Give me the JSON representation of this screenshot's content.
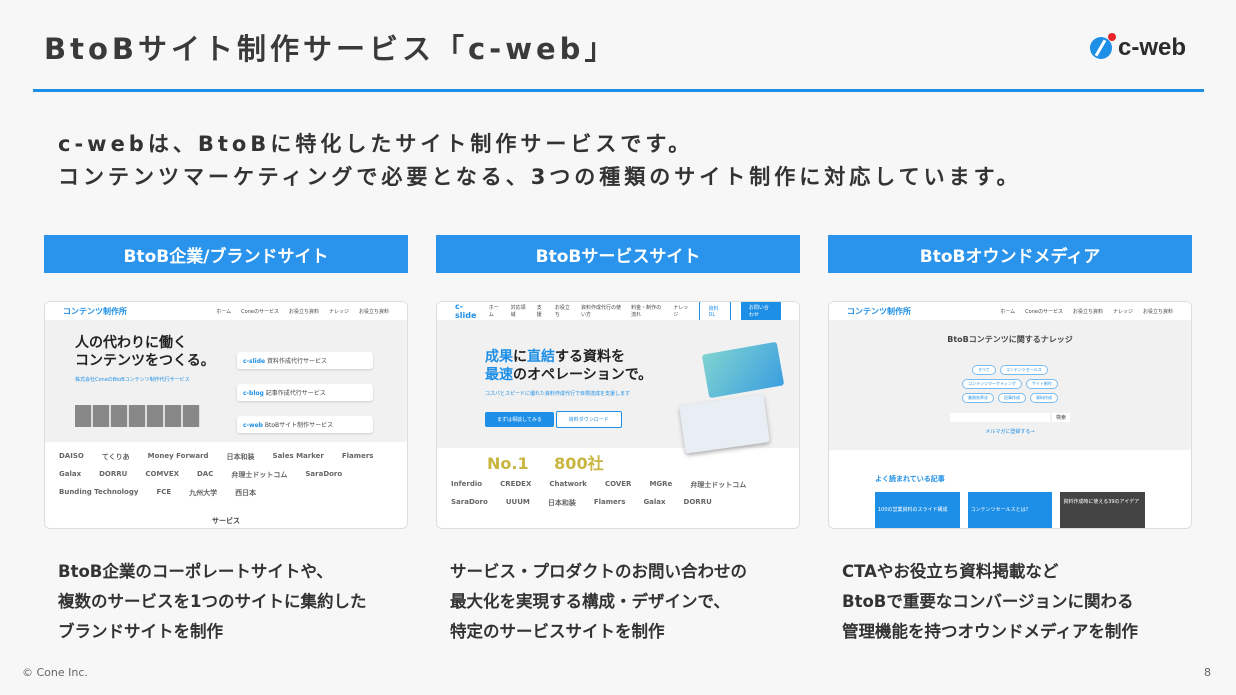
{
  "title": "BtoBサイト制作サービス「c-web」",
  "logo": "c-web",
  "lead": [
    "c-webは、BtoBに特化したサイト制作サービスです。",
    "コンテンツマーケティングで必要となる、3つの種類のサイト制作に対応しています。"
  ],
  "columns": [
    {
      "heading": "BtoB企業/ブランドサイト",
      "desc": [
        "BtoB企業のコーポレートサイトや、",
        "複数のサービスを1つのサイトに集約した",
        "ブランドサイトを制作"
      ],
      "thumb": {
        "brand": "コンテンツ制作所",
        "nav": [
          "ホーム",
          "Coneのサービス",
          "お役立ち資料",
          "ナレッジ",
          "お役立ち資料"
        ],
        "hero": [
          "人の代わりに働く",
          "コンテンツをつくる。"
        ],
        "sub": "株式会社ConeのBtoBコンテンツ制作代行サービス",
        "cards": [
          {
            "name": "c-slide",
            "label": "資料作成代行サービス"
          },
          {
            "name": "c-blog",
            "label": "記事作成代行サービス"
          },
          {
            "name": "c-web",
            "label": "BtoBサイト制作サービス"
          }
        ],
        "logos": [
          "DAISO",
          "てくりあ",
          "Money Forward",
          "日本和装",
          "Sales Marker",
          "Flamers",
          "Galax",
          "DORRU",
          "COMVEX",
          "DAC",
          "弁理士ドットコム",
          "SaraDoro",
          "Bunding Technology",
          "FCE",
          "九州大学",
          "西日本"
        ],
        "footer": "サービス"
      }
    },
    {
      "heading": "BtoBサービスサイト",
      "desc": [
        "サービス・プロダクトのお問い合わせの",
        "最大化を実現する構成・デザインで、",
        "特定のサービスサイトを制作"
      ],
      "thumb": {
        "brand": "c-slide",
        "nav": [
          "ホーム",
          "対応領域",
          "支援",
          "お役立ち",
          "資料作成代行の使い方",
          "料金・制作の流れ",
          "ナレッジ"
        ],
        "nav_btns": [
          "資料DL",
          "お問い合わせ"
        ],
        "hero_a": "成果",
        "hero_b": "に",
        "hero_c": "直結",
        "hero_d": "する資料を",
        "hero_e": "最速",
        "hero_f": "のオペレーションで。",
        "sub": "コスパとスピードに優れた資料作成代行で目標達成を支援します",
        "btn1": "まずは相談してみる",
        "btn2": "資料ダウンロード",
        "badge1": "No.1",
        "badge2": "800社",
        "logos": [
          "Inferdio",
          "CREDEX",
          "Chatwork",
          "COVER",
          "MGRe",
          "弁理士ドットコム",
          "SaraDoro",
          "UUUM",
          "日本和装",
          "Flamers",
          "Galax",
          "DORRU"
        ]
      }
    },
    {
      "heading": "BtoBオウンドメディア",
      "desc": [
        "CTAやお役立ち資料掲載など",
        "BtoBで重要なコンバージョンに関わる",
        "管理機能を持つオウンドメディアを制作"
      ],
      "thumb": {
        "brand": "コンテンツ制作所",
        "nav": [
          "ホーム",
          "Coneのサービス",
          "お役立ち資料",
          "ナレッジ",
          "お役立ち資料"
        ],
        "hero": "BtoBコンテンツに関するナレッジ",
        "tags": [
          "すべて",
          "コンテンツセールス",
          "コンテンツマーケティング",
          "サイト制作",
          "業務効率化",
          "記事作成",
          "資料作成"
        ],
        "search": "検索",
        "mail": "メルマガに登録する→",
        "popular": "よく読まれている記事",
        "articles": [
          "100の営業資料のスライド構成",
          "コンテンツセールスとは？",
          "資料作成時に使える39のアイデア"
        ]
      }
    }
  ],
  "footer": "© Cone Inc.",
  "page": "8",
  "colors": {
    "accent": "#2a94ec",
    "rule": "#1e8fe6"
  }
}
